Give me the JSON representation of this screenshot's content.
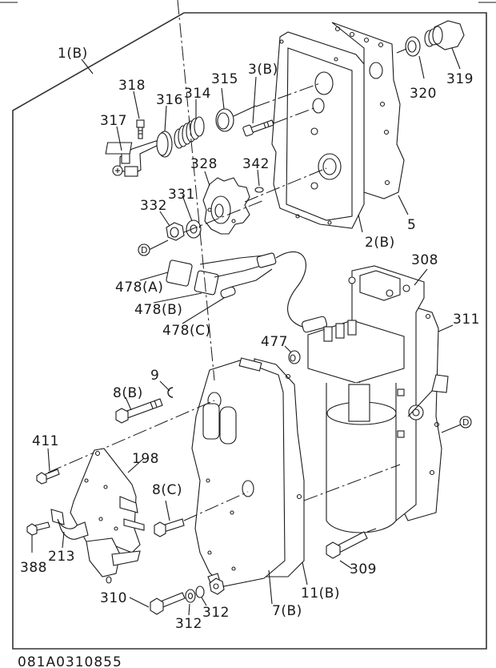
{
  "diagram": {
    "type": "exploded parts diagram",
    "drawing_code": "081A0310855",
    "connector_marker": "D",
    "callouts": [
      {
        "id": "1B",
        "label": "1(B)"
      },
      {
        "id": "318",
        "label": "318"
      },
      {
        "id": "316",
        "label": "316"
      },
      {
        "id": "314",
        "label": "314"
      },
      {
        "id": "315",
        "label": "315"
      },
      {
        "id": "317",
        "label": "317"
      },
      {
        "id": "3B",
        "label": "3(B)"
      },
      {
        "id": "320",
        "label": "320"
      },
      {
        "id": "319",
        "label": "319"
      },
      {
        "id": "328",
        "label": "328"
      },
      {
        "id": "342",
        "label": "342"
      },
      {
        "id": "331",
        "label": "331"
      },
      {
        "id": "332",
        "label": "332"
      },
      {
        "id": "5",
        "label": "5"
      },
      {
        "id": "2B",
        "label": "2(B)"
      },
      {
        "id": "308",
        "label": "308"
      },
      {
        "id": "478A",
        "label": "478(A)"
      },
      {
        "id": "478B",
        "label": "478(B)"
      },
      {
        "id": "478C",
        "label": "478(C)"
      },
      {
        "id": "311",
        "label": "311"
      },
      {
        "id": "477",
        "label": "477"
      },
      {
        "id": "9",
        "label": "9"
      },
      {
        "id": "8B",
        "label": "8(B)"
      },
      {
        "id": "411",
        "label": "411"
      },
      {
        "id": "198",
        "label": "198"
      },
      {
        "id": "8C",
        "label": "8(C)"
      },
      {
        "id": "388",
        "label": "388"
      },
      {
        "id": "213",
        "label": "213"
      },
      {
        "id": "309",
        "label": "309"
      },
      {
        "id": "310",
        "label": "310"
      },
      {
        "id": "312a",
        "label": "312"
      },
      {
        "id": "312b",
        "label": "312"
      },
      {
        "id": "11B",
        "label": "11(B)"
      },
      {
        "id": "7B",
        "label": "7(B)"
      }
    ]
  }
}
